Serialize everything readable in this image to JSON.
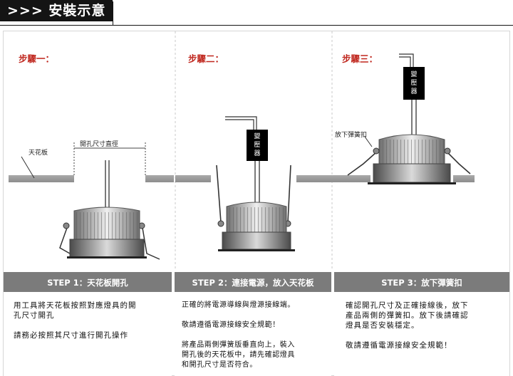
{
  "header": {
    "title": ">>> 安裝示意"
  },
  "steps": [
    {
      "label": "步驟一：",
      "ceiling_label": "天花板",
      "hole_label": "開孔尺寸直徑",
      "heading": "STEP 1：天花板開孔",
      "lines": [
        "用工具將天花板按照對應燈具的開",
        "孔尺寸開孔",
        "",
        "請務必按照其尺寸進行開孔操作"
      ]
    },
    {
      "label": "步驟二：",
      "transformer_label": "變壓器",
      "heading": "STEP 2：連接電源，放入天花板",
      "lines": [
        "正確的將電源導線與燈源接線端。",
        "",
        "敬請遵循電源接線安全規範！",
        "",
        "將產品兩側彈簧版垂直向上，裝入",
        "開孔後的天花板中，請先確認燈具",
        "和開孔尺寸是否符合。"
      ]
    },
    {
      "label": "步驟三：",
      "transformer_label": "變壓器",
      "spring_label": "放下彈簧扣",
      "heading": "STEP 3：放下彈簧扣",
      "lines": [
        "確認開孔尺寸及正確接線後，放下",
        "產品兩側的彈簧扣。放下後請確認",
        "燈具是否安裝穩定。",
        "",
        "敬請遵循電源接線安全規範！"
      ]
    }
  ]
}
